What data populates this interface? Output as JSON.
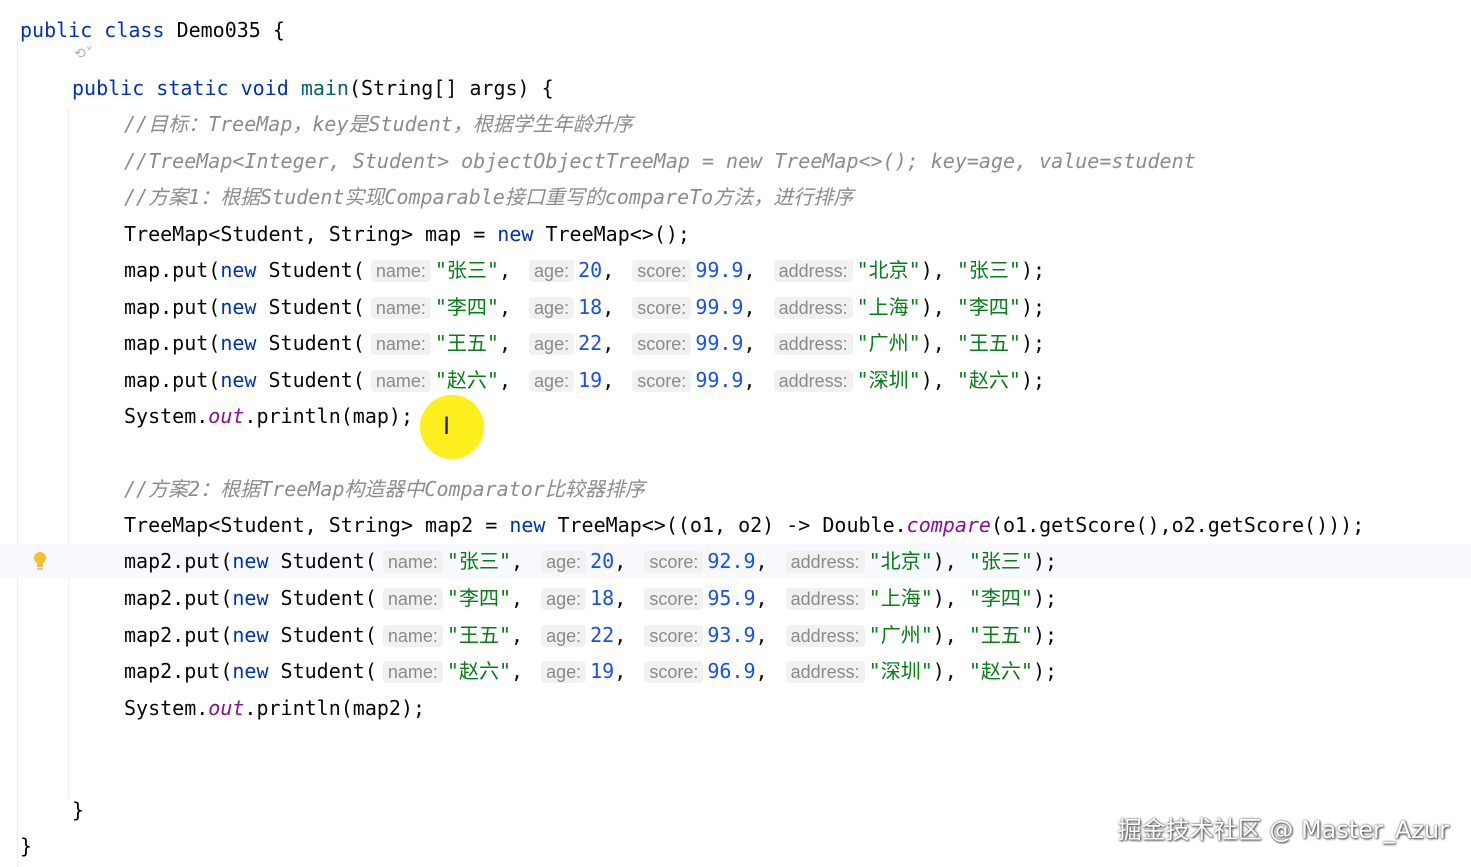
{
  "editor": {
    "class_decl": {
      "kw_public": "public",
      "kw_class": "class",
      "name": "Demo035",
      "brace": "{"
    },
    "main_decl": {
      "kw_public": "public",
      "kw_static": "static",
      "kw_void": "void",
      "name": "main",
      "params": "(String[] args) {"
    },
    "comments": {
      "goal": "//目标：TreeMap，key是Student，根据学生年龄升序",
      "old_code": "//TreeMap<Integer, Student> objectObjectTreeMap = new TreeMap<>(); key=age, value=student",
      "plan1": "//方案1：根据Student实现Comparable接口重写的compareTo方法，进行排序",
      "plan2": "//方案2：根据TreeMap构造器中Comparator比较器排序"
    },
    "map_decl": {
      "type": "TreeMap<Student, String> map = ",
      "kw_new": "new",
      "ctor": " TreeMap<>();"
    },
    "map2_decl": {
      "type": "TreeMap<Student, String> map2 = ",
      "kw_new": "new",
      "ctor": " TreeMap<>((o1, o2) -> Double.",
      "method": "compare",
      "rest": "(o1.getScore(),o2.getScore()));"
    },
    "hints": {
      "name": "name:",
      "age": "age:",
      "score": "score:",
      "address": "address:"
    },
    "put_rows": [
      {
        "target": "map.put(",
        "kw_new": "new",
        "cls": " Student(",
        "name": "\"张三\"",
        "age": "20",
        "score": "99.9",
        "address": "\"北京\"",
        "value": "\"张三\""
      },
      {
        "target": "map.put(",
        "kw_new": "new",
        "cls": " Student(",
        "name": "\"李四\"",
        "age": "18",
        "score": "99.9",
        "address": "\"上海\"",
        "value": "\"李四\""
      },
      {
        "target": "map.put(",
        "kw_new": "new",
        "cls": " Student(",
        "name": "\"王五\"",
        "age": "22",
        "score": "99.9",
        "address": "\"广州\"",
        "value": "\"王五\""
      },
      {
        "target": "map.put(",
        "kw_new": "new",
        "cls": " Student(",
        "name": "\"赵六\"",
        "age": "19",
        "score": "99.9",
        "address": "\"深圳\"",
        "value": "\"赵六\""
      }
    ],
    "put2_rows": [
      {
        "target": "map2.put(",
        "kw_new": "new",
        "cls": " Student(",
        "name": "\"张三\"",
        "age": "20",
        "score": "92.9",
        "address": "\"北京\"",
        "value": "\"张三\""
      },
      {
        "target": "map2.put(",
        "kw_new": "new",
        "cls": " Student(",
        "name": "\"李四\"",
        "age": "18",
        "score": "95.9",
        "address": "\"上海\"",
        "value": "\"李四\""
      },
      {
        "target": "map2.put(",
        "kw_new": "new",
        "cls": " Student(",
        "name": "\"王五\"",
        "age": "22",
        "score": "93.9",
        "address": "\"广州\"",
        "value": "\"王五\""
      },
      {
        "target": "map2.put(",
        "kw_new": "new",
        "cls": " Student(",
        "name": "\"赵六\"",
        "age": "19",
        "score": "96.9",
        "address": "\"深圳\"",
        "value": "\"赵六\""
      }
    ],
    "println1": {
      "sys": "System.",
      "out": "out",
      "call": ".println(map);"
    },
    "println2": {
      "sys": "System.",
      "out": "out",
      "call": ".println(map2);"
    },
    "close_brace_method": "}",
    "close_brace_class": "}"
  },
  "cursor_glyph": "I",
  "fold_glyph": "⟲˅",
  "watermark": "掘金技术社区 @ Master_Azur",
  "icons": {
    "fold": "fold-arrows-icon",
    "bulb": "lightbulb-icon"
  },
  "colors": {
    "keyword": "#0033b3",
    "string": "#067d17",
    "number": "#1750eb",
    "comment": "#8c8c8c",
    "static_field": "#871094",
    "highlight": "#fdee1e"
  }
}
